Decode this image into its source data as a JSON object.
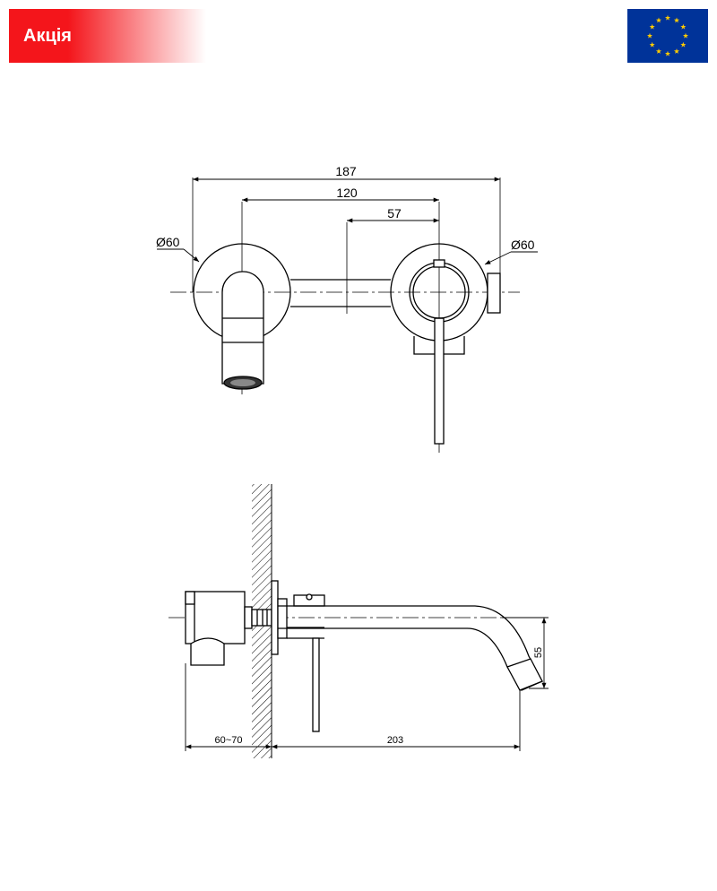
{
  "promo": {
    "label": "Акція",
    "color": "#f4151b"
  },
  "flag": {
    "name": "eu-flag-icon",
    "background": "#003399",
    "stars": "#ffcc00"
  },
  "front_view": {
    "dim_overall": "187",
    "dim_centers": "120",
    "dim_handle": "57",
    "dia_left": "Ø60",
    "dia_right": "Ø60"
  },
  "side_view": {
    "dim_wall": "60~70",
    "dim_spout": "203",
    "dim_height": "55"
  }
}
